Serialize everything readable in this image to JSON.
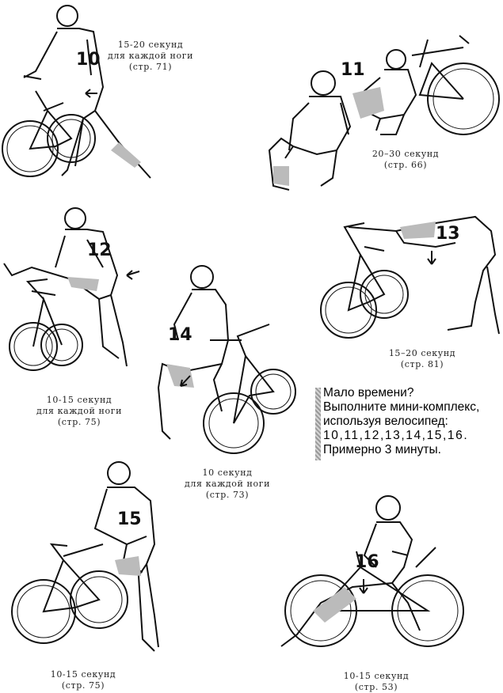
{
  "figures": [
    {
      "number": "10",
      "caption": [
        "15-20 секунд",
        "для каждой ноги",
        "(стр. 71)"
      ]
    },
    {
      "number": "11",
      "caption": [
        "20–30 секунд",
        "(стр. 66)"
      ]
    },
    {
      "number": "12",
      "caption": [
        "10-15 секунд",
        "для каждой ноги",
        "(стр. 75)"
      ]
    },
    {
      "number": "13",
      "caption": [
        "15–20 секунд",
        "(стр. 81)"
      ]
    },
    {
      "number": "14",
      "caption": [
        "10 секунд",
        "для каждой ноги",
        "(стр. 73)"
      ]
    },
    {
      "number": "15",
      "caption": [
        "10-15 секунд",
        "(стр. 75)"
      ]
    },
    {
      "number": "16",
      "caption": [
        "10-15 секунд",
        "(стр. 53)"
      ]
    }
  ],
  "sidebar": {
    "lines": [
      "Мало времени?",
      "Выполните мини-комплекс,",
      "используя велосипед:",
      "10,11,12,13,14,15,16.",
      "Примерно 3 минуты."
    ]
  }
}
